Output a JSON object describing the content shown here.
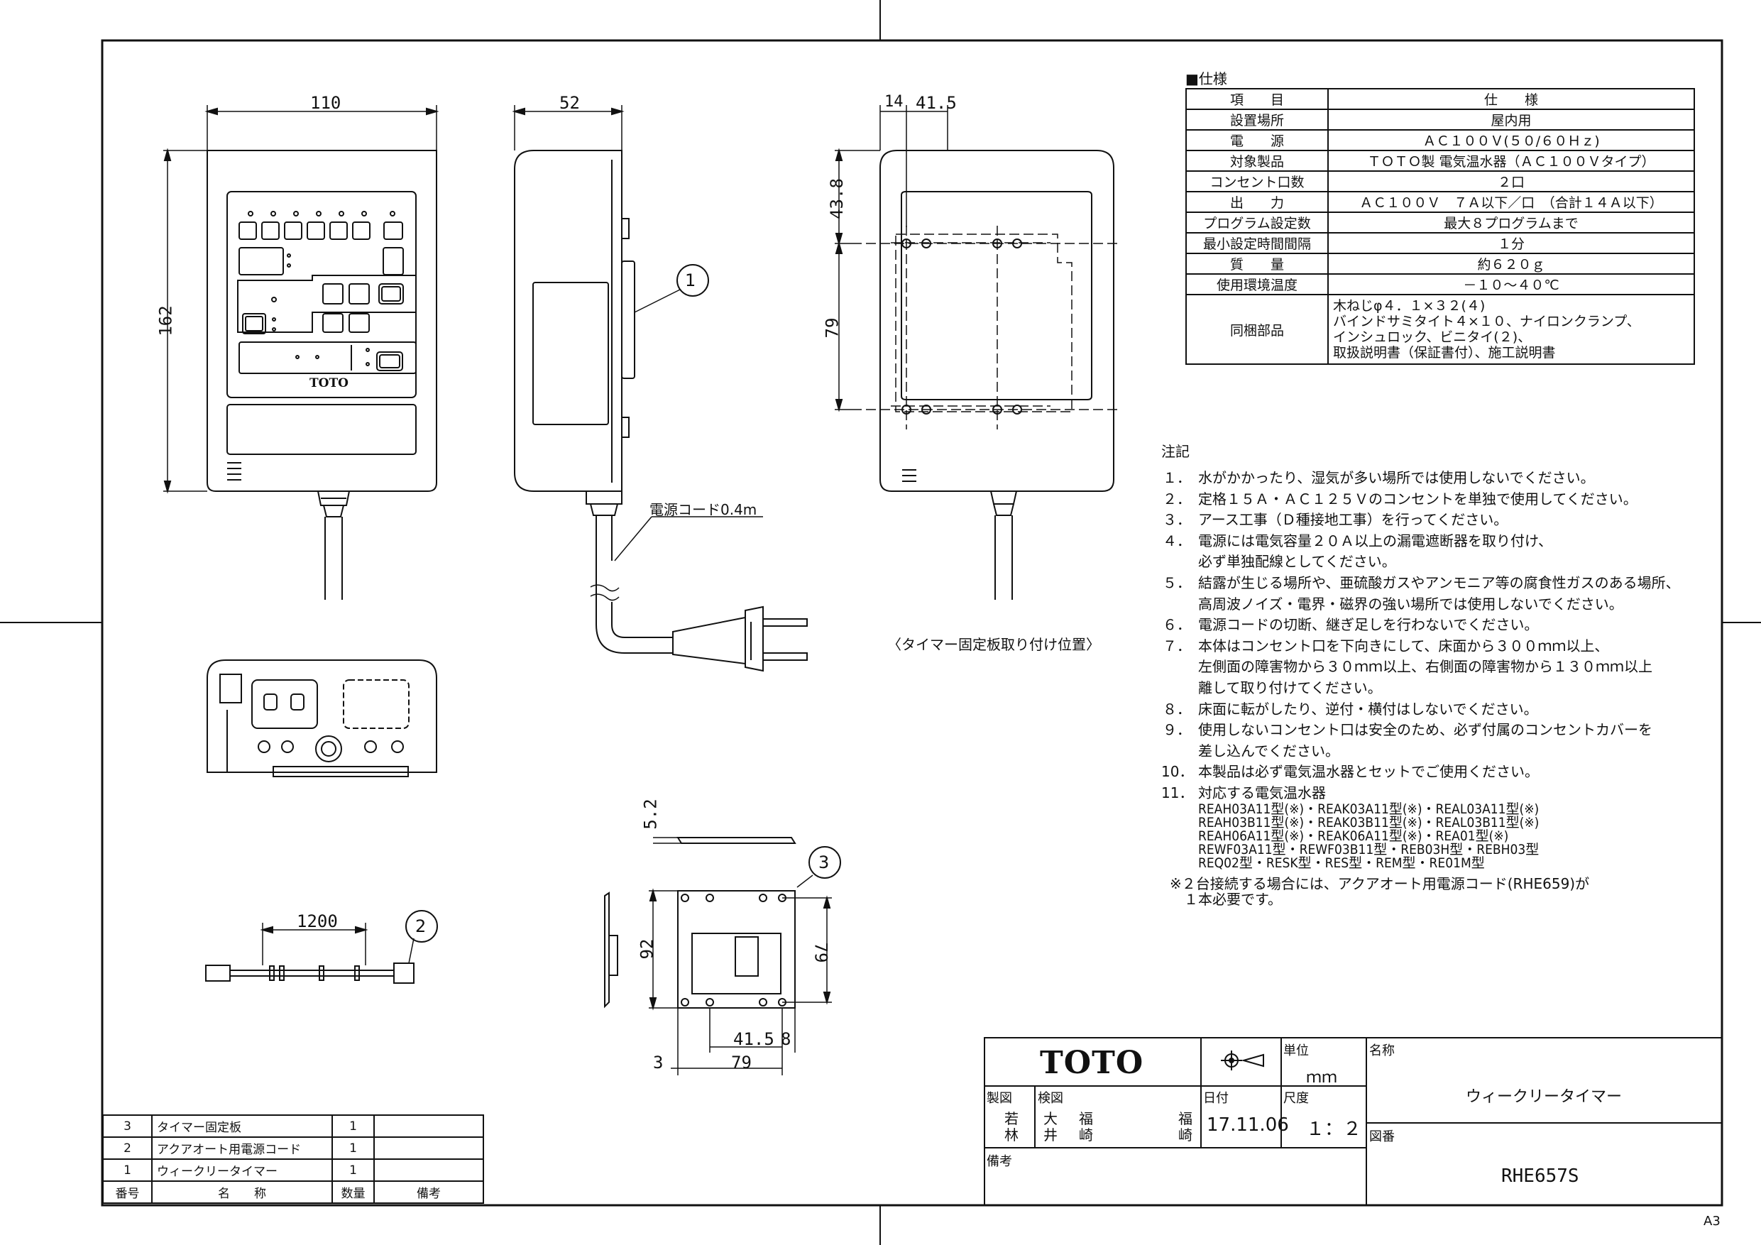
{
  "drawing": {
    "callouts": [
      "1",
      "2",
      "3"
    ],
    "front_dims": {
      "width": "110",
      "height": "162"
    },
    "front_logo": "TOTO",
    "side_dims": {
      "depth": "52"
    },
    "cord_label": "電源コード0.4m",
    "back_dims": {
      "a": "14",
      "b": "41.5",
      "c": "43.8",
      "d": "79"
    },
    "back_caption": "〈タイマー固定板取り付け位置〉",
    "cable_dims": {
      "length": "1200"
    },
    "plate_dims": {
      "t": "5.2",
      "h": "92",
      "h2": "79",
      "w1": "41.5",
      "w2": "8",
      "w3": "3",
      "w4": "79"
    }
  },
  "spec": {
    "heading": "■仕様",
    "header": [
      "項　　目",
      "仕　　様"
    ],
    "rows": [
      [
        "設置場所",
        "屋内用"
      ],
      [
        "電　　源",
        "ＡＣ１００Ｖ(５０/６０Ｈｚ)"
      ],
      [
        "対象製品",
        "ＴＯＴＯ製 電気温水器（ＡＣ１００Ｖタイプ）"
      ],
      [
        "コンセント口数",
        "２口"
      ],
      [
        "出　　力",
        "ＡＣ１００Ｖ　７Ａ以下／口　（合計１４Ａ以下）"
      ],
      [
        "プログラム設定数",
        "最大８プログラムまで"
      ],
      [
        "最小設定時間間隔",
        "１分"
      ],
      [
        "質　　量",
        "約６２０ｇ"
      ],
      [
        "使用環境温度",
        "－１０～４０℃"
      ]
    ],
    "accessories_label": "同梱部品",
    "accessories": [
      "木ねじφ４．１×３２(４)",
      "バインドサミタイト４×１０、ナイロンクランプ、",
      "インシュロック、ビニタイ(２)、",
      "取扱説明書（保証書付）、施工説明書"
    ]
  },
  "notes": {
    "heading": "注記",
    "items": [
      [
        "１．",
        "水がかかったり、湿気が多い場所では使用しないでください。"
      ],
      [
        "２．",
        "定格１５Ａ・ＡＣ１２５Ｖのコンセントを単独で使用してください。"
      ],
      [
        "３．",
        "アース工事（Ｄ種接地工事）を行ってください。"
      ],
      [
        "４．",
        "電源には電気容量２０Ａ以上の漏電遮断器を取り付け、"
      ],
      [
        "",
        "必ず単独配線としてください。"
      ],
      [
        "５．",
        "結露が生じる場所や、亜硫酸ガスやアンモニア等の腐食性ガスのある場所、"
      ],
      [
        "",
        "高周波ノイズ・電界・磁界の強い場所では使用しないでください。"
      ],
      [
        "６．",
        "電源コードの切断、継ぎ足しを行わないでください。"
      ],
      [
        "７．",
        "本体はコンセント口を下向きにして、床面から３００ｍｍ以上、"
      ],
      [
        "",
        "左側面の障害物から３０ｍｍ以上、右側面の障害物から１３０ｍｍ以上"
      ],
      [
        "",
        "離して取り付けてください。"
      ],
      [
        "８．",
        "床面に転がしたり、逆付・横付はしないでください。"
      ],
      [
        "９．",
        "使用しないコンセント口は安全のため、必ず付属のコンセントカバーを"
      ],
      [
        "",
        "差し込んでください。"
      ],
      [
        "10．",
        "本製品は必ず電気温水器とセットでご使用ください。"
      ],
      [
        "11．",
        "対応する電気温水器"
      ]
    ],
    "models": [
      "REAH03A11型(※)・REAK03A11型(※)・REAL03A11型(※)",
      "REAH03B11型(※)・REAK03B11型(※)・REAL03B11型(※)",
      "REAH06A11型(※)・REAK06A11型(※)・REA01型(※)",
      "REWF03A11型・REWF03B11型・REB03H型・REBH03型",
      "REQ02型・RESK型・RES型・REM型・RE01M型"
    ],
    "footnote": [
      "※２台接続する場合には、アクアオート用電源コード(RHE659)が",
      "　１本必要です。"
    ]
  },
  "parts": {
    "rows": [
      [
        "3",
        "タイマー固定板",
        "1",
        ""
      ],
      [
        "2",
        "アクアオート用電源コード",
        "1",
        ""
      ],
      [
        "1",
        "ウィークリータイマー",
        "1",
        ""
      ]
    ],
    "header": [
      "番号",
      "名　　称",
      "数量",
      "備考"
    ]
  },
  "title_block": {
    "logo": "TOTO",
    "unit_label": "単位",
    "unit": "ｍｍ",
    "name_label": "名称",
    "name": "ウィークリータイマー",
    "drawn_label": "製図",
    "drawn": [
      "若",
      "林"
    ],
    "checked_label": "検図",
    "checked": [
      "大",
      "井",
      "福",
      "崎",
      "福",
      "崎"
    ],
    "date_label": "日付",
    "date": "17.11.06",
    "scale_label": "尺度",
    "scale": "１：２",
    "remarks_label": "備考",
    "number_label": "図番",
    "number": "RHE657S",
    "sheet_size": "A3"
  }
}
